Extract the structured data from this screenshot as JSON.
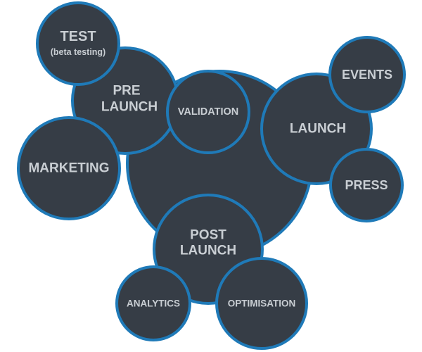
{
  "diagram": {
    "colors": {
      "bubble_fill": "#363d46",
      "bubble_border": "#1f7ab8",
      "text": "#c9ced3",
      "background": "#ffffff"
    },
    "nodes": {
      "core": {
        "label": ""
      },
      "pre_launch": {
        "line1": "PRE",
        "line2": "LAUNCH"
      },
      "test": {
        "line1": "TEST",
        "line2": "(beta testing)"
      },
      "validation": {
        "label": "VALIDATION"
      },
      "marketing": {
        "label": "MARKETING"
      },
      "launch": {
        "label": "LAUNCH"
      },
      "events": {
        "label": "EVENTS"
      },
      "press": {
        "label": "PRESS"
      },
      "post_launch": {
        "line1": "POST",
        "line2": "LAUNCH"
      },
      "analytics": {
        "label": "ANALYTICS"
      },
      "optimisation": {
        "label": "OPTIMISATION"
      }
    }
  }
}
